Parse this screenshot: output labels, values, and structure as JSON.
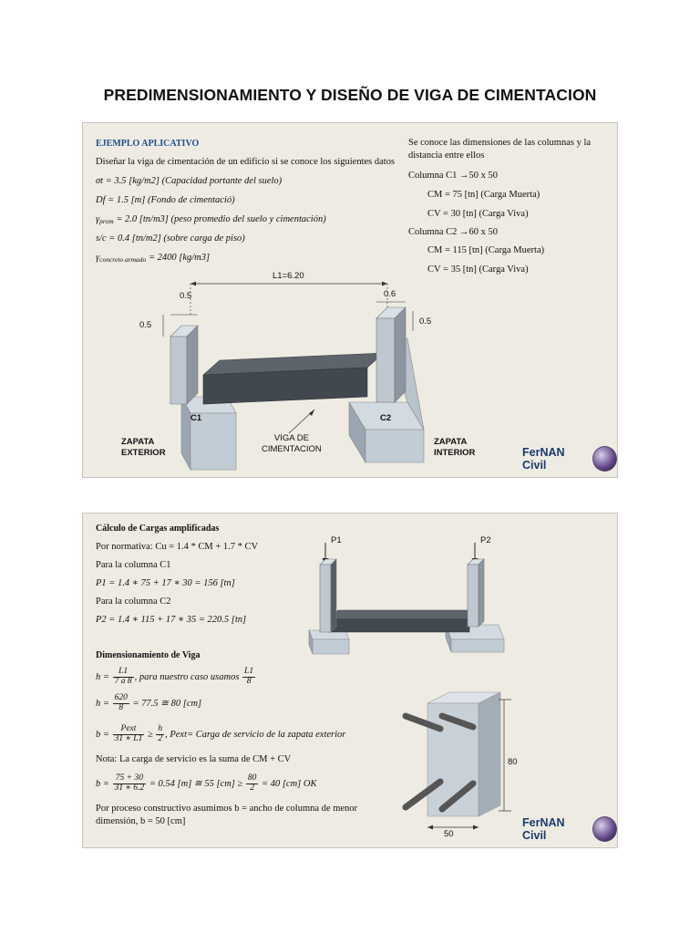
{
  "title": "PREDIMENSIONAMIENTO Y DISEÑO DE VIGA DE CIMENTACION",
  "slide1": {
    "heading": "EJEMPLO APLICATIVO",
    "intro": "Diseñar la viga de cimentación de un edificio si se conoce los siguientes datos",
    "sigma_t": "σt = 3.5 [kg/m2] (Capacidad portante del suelo)",
    "df": "Df = 1.5 [m] (Fondo de cimentació)",
    "gamma_prom_sym": "γ",
    "gamma_prom_sub": "prom",
    "gamma_prom_rest": " = 2.0 [tn/m3] (peso promedio del suelo y cimentación)",
    "sc": "s/c = 0.4 [tn/m2] (sobre carga de piso)",
    "gamma_conc_sym": "γ",
    "gamma_conc_sub": "concreto armado",
    "gamma_conc_rest": " = 2400 [kg/m3]",
    "right_intro_1": "Se conoce las dimensiones de las columnas y la",
    "right_intro_2": "distancia entre ellos",
    "c1_line": "Columna C1 →50 x 50",
    "c1_cm": "CM = 75 [tn] (Carga Muerta)",
    "c1_cv": "CV = 30 [tn] (Carga Viva)",
    "c2_line": "Columna C2 →60 x 50",
    "c2_cm": "CM = 115 [tn] (Carga Muerta)",
    "c2_cv": "CV = 35 [tn] (Carga Viva)",
    "diagram": {
      "l1": "L1=6.20",
      "dim_c1_top": "0.5",
      "dim_c1_side": "0.5",
      "dim_c2_top": "0.6",
      "dim_c2_side": "0.5",
      "c1": "C1",
      "c2": "C2",
      "viga_1": "VIGA DE",
      "viga_2": "CIMENTACION",
      "zap_ext_1": "ZAPATA",
      "zap_ext_2": "EXTERIOR",
      "zap_int_1": "ZAPATA",
      "zap_int_2": "INTERIOR"
    },
    "logo": "FerNAN Civil"
  },
  "slide2": {
    "heading": "Cálculo de Cargas amplificadas",
    "normativa": "Por normativa: Cu = 1.4 * CM + 1.7 * CV",
    "para_c1": "Para la columna C1",
    "p1": "P1 = 1.4 ∗ 75 + 17 ∗ 30 = 156 [tn]",
    "para_c2": "Para la columna C2",
    "p2": "P2 = 1.4 ∗ 115 + 17 ∗ 35 = 220.5 [tn]",
    "dim_heading": "Dimensionamiento de Viga",
    "h1_lhs": "h =",
    "h1_num": "L1",
    "h1_den": "7 a 8",
    "h1_mid": ", para nuestro caso usamos",
    "h1_num2": "L1",
    "h1_den2": "8",
    "h2_lhs": "h =",
    "h2_num": "620",
    "h2_den": "8",
    "h2_rhs": "= 77.5 ≅ 80 [cm]",
    "b1_lhs": "b =",
    "b1_num": "Pext",
    "b1_den": "31 ∗ L1",
    "b1_ge": "≥",
    "b1_num2": "h",
    "b1_den2": "2",
    "b1_rhs": ", Pext= Carga de servicio de la zapata exterior",
    "nota": "Nota: La carga de servicio es la suma de CM + CV",
    "b2_lhs": "b =",
    "b2_num": "75 + 30",
    "b2_den": "31 ∗ 6.2",
    "b2_mid": "= 0.54 [m] ≅ 55 [cm] ≥",
    "b2_num2": "80",
    "b2_den2": "2",
    "b2_rhs": "= 40 [cm]   OK",
    "proceso_1": "Por proceso constructivo asumimos b = ancho de columna de menor",
    "proceso_2": "dimensión, b = 50 [cm]",
    "p1_label": "P1",
    "p2_label": "P2",
    "section_h": "80",
    "section_b": "50",
    "logo": "FerNAN Civil"
  }
}
